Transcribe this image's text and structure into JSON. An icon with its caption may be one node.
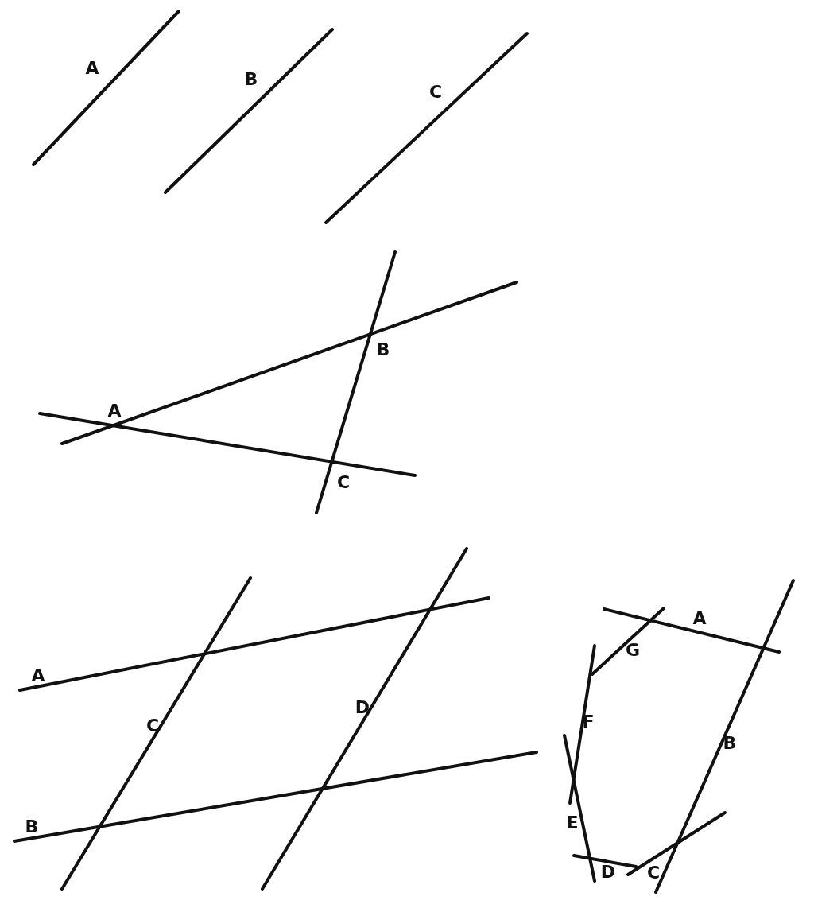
{
  "diagram": {
    "labels": [
      "A",
      "B",
      "C",
      "B",
      "A",
      "C",
      "A",
      "G",
      "A",
      "D",
      "C",
      "F",
      "B",
      "E",
      "B",
      "C",
      "D"
    ]
  }
}
